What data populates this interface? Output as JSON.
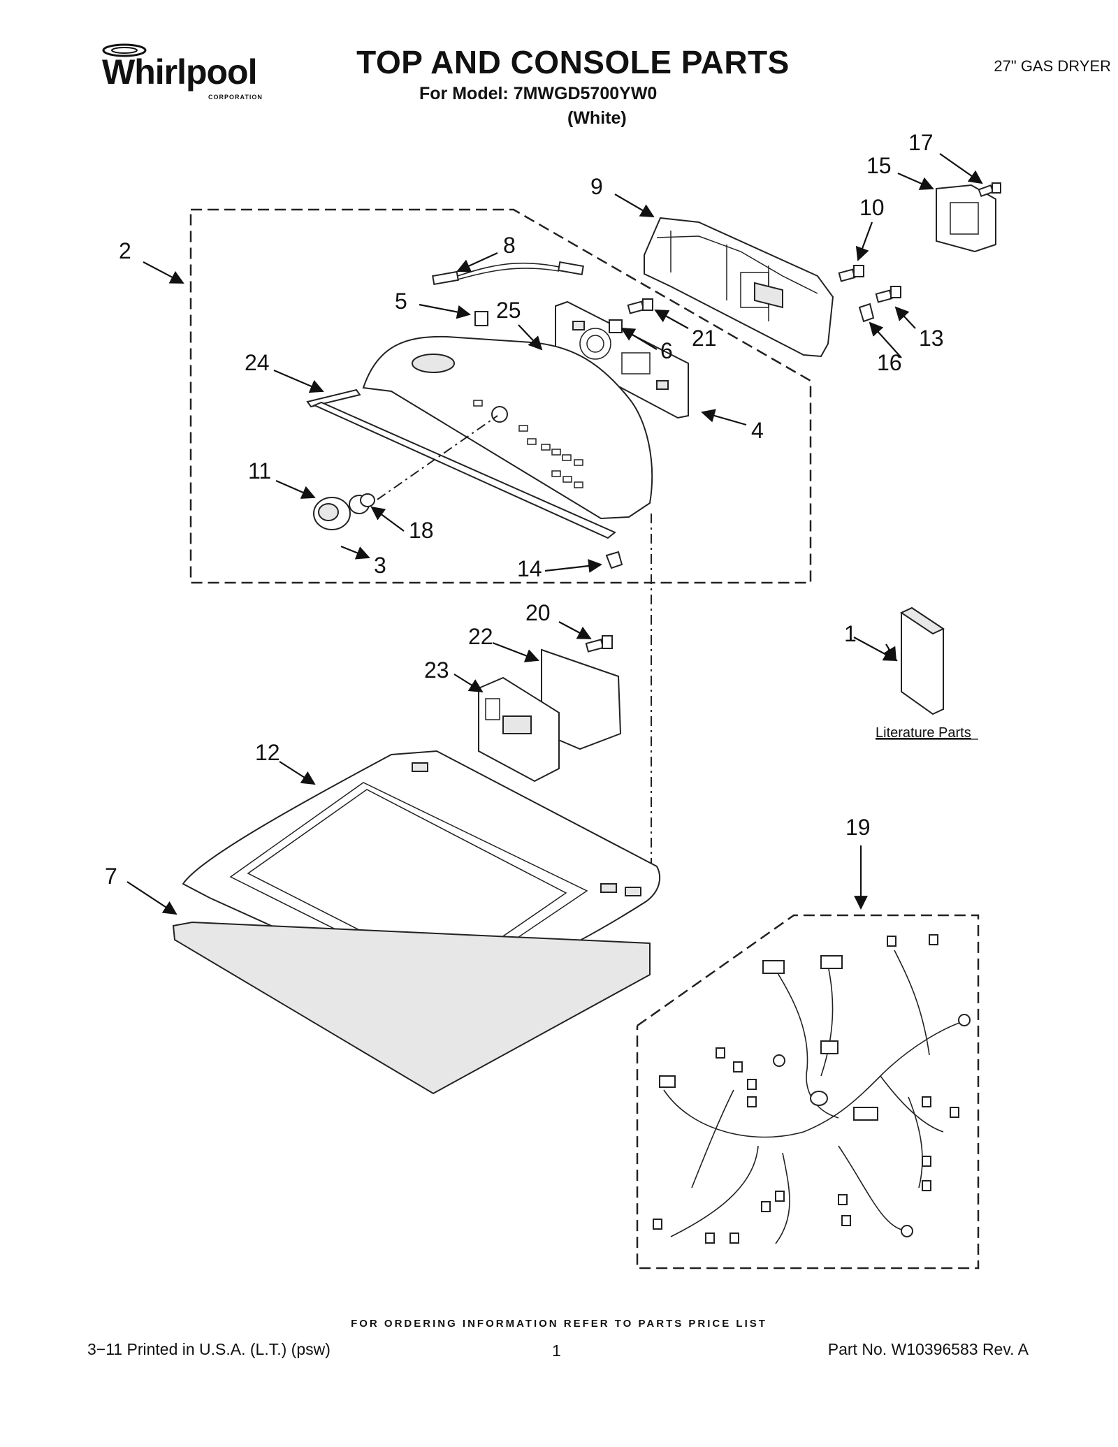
{
  "header": {
    "brand": "Whirlpool",
    "brand_sub": "CORPORATION",
    "title": "TOP AND CONSOLE PARTS",
    "model_line": "For Model: 7MWGD5700YW0",
    "color_line": "(White)",
    "product": "27\" GAS DRYER"
  },
  "callouts": [
    "1",
    "2",
    "3",
    "4",
    "5",
    "6",
    "7",
    "8",
    "9",
    "10",
    "11",
    "12",
    "13",
    "14",
    "15",
    "16",
    "17",
    "18",
    "19",
    "20",
    "21",
    "22",
    "23",
    "24",
    "25"
  ],
  "literature_label": "Literature Parts",
  "footer": {
    "note": "FOR ORDERING INFORMATION REFER TO PARTS PRICE LIST",
    "printed": "3−11 Printed in U.S.A. (L.T.) (psw)",
    "page": "1",
    "part_no": "Part No. W10396583 Rev. A"
  }
}
